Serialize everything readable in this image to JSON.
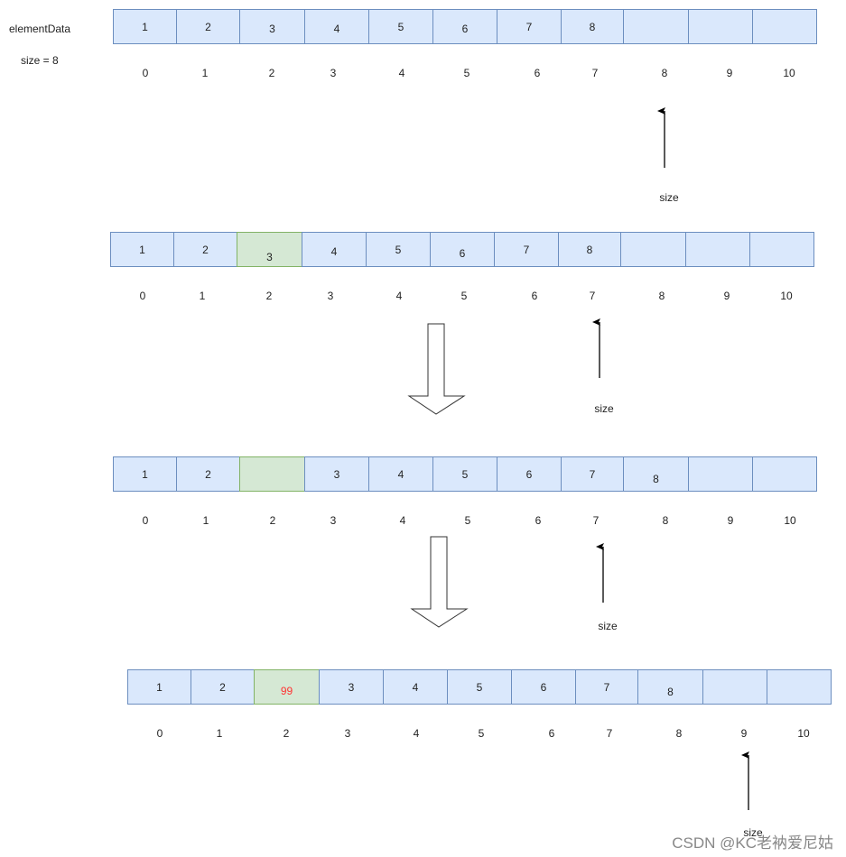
{
  "header": {
    "array_name": "elementData",
    "size_label": "size = 8"
  },
  "pointer_label": "size",
  "colors": {
    "cell_fill": "#dae8fc",
    "cell_border": "#6c8ebf",
    "highlight_fill": "#d5e8d4",
    "highlight_border": "#82b366",
    "inserted_text": "#ff3333"
  },
  "states": [
    {
      "cells": [
        "1",
        "2",
        "3",
        "4",
        "5",
        "6",
        "7",
        "8",
        "",
        "",
        ""
      ],
      "indices": [
        "0",
        "1",
        "2",
        "3",
        "4",
        "5",
        "6",
        "7",
        "8",
        "9",
        "10"
      ],
      "highlight": -1,
      "pointer_index": 8
    },
    {
      "cells": [
        "1",
        "2",
        "3",
        "4",
        "5",
        "6",
        "7",
        "8",
        "",
        "",
        ""
      ],
      "indices": [
        "0",
        "1",
        "2",
        "3",
        "4",
        "5",
        "6",
        "7",
        "8",
        "9",
        "10"
      ],
      "highlight": 2,
      "pointer_index": 7
    },
    {
      "cells": [
        "1",
        "2",
        "",
        "3",
        "4",
        "5",
        "6",
        "7",
        "8",
        "",
        ""
      ],
      "indices": [
        "0",
        "1",
        "2",
        "3",
        "4",
        "5",
        "6",
        "7",
        "8",
        "9",
        "10"
      ],
      "highlight": 2,
      "pointer_index": 7
    },
    {
      "cells": [
        "1",
        "2",
        "99",
        "3",
        "4",
        "5",
        "6",
        "7",
        "8",
        "",
        ""
      ],
      "indices": [
        "0",
        "1",
        "2",
        "3",
        "4",
        "5",
        "6",
        "7",
        "8",
        "9",
        "10"
      ],
      "highlight": 2,
      "inserted": 2,
      "pointer_index": 9
    }
  ],
  "watermark": "CSDN @KC老衲爱尼姑"
}
